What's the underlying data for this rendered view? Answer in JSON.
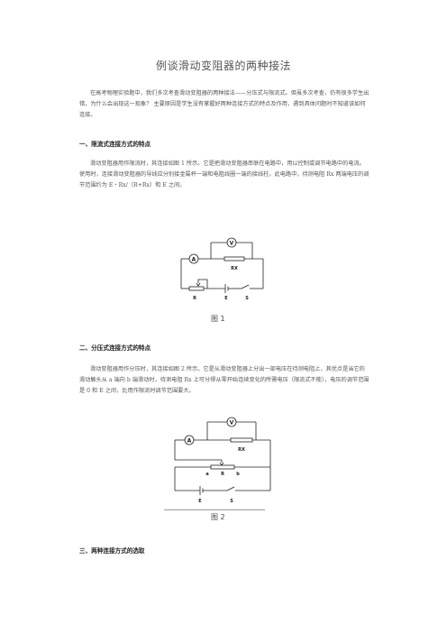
{
  "title": "例谈滑动变阻器的两种接法",
  "intro": "在高考物理实验题中，我们多次考查滑动变阻器的两种接法——分压式与限流式。但虽多次考查，仍有很多学生出错，为什么会出现这一现象？ 主要原因是学生没有掌握好两种连接方式的特点及作用，遇到具体问题时不知道该如何连接。",
  "section1": {
    "heading": "一、限流式连接方式的特点",
    "body": "滑动变阻器用作限流时，其连接如图 1 所示。它是把滑动变阻器串联在电路中，用以控制或调节电路中的电流。使用时，连接滑动变阻器的导线应分别接金属杆一端和电阻线圈一端的接线柱。此电路中，待测电阻 Rx 两端电压的调节范围约为 E・Rx/（R+Rx）和 E 之间。"
  },
  "figure1": {
    "caption": "图 1",
    "labels": {
      "voltmeter": "V",
      "ammeter": "A",
      "rx": "RX",
      "r": "R",
      "e": "E",
      "s": "S"
    }
  },
  "section2": {
    "heading": "二、分压式连接方式的特点",
    "body": "滑动变阻器用作分压时，其连接如图 2 所示。它是从滑动变阻器上分出一部电压在待测电阻上，其优点是当它的滑动触头从 a 端向 b 端滑动时，待测电阻 Rx 上可分得从零开始连续变化的所需电压（限流式不能），电压的调节范围是 0 和 E 之间，比用作限流时调节范围要大。"
  },
  "figure2": {
    "caption": "图 2",
    "labels": {
      "voltmeter": "V",
      "ammeter": "A",
      "rx": "RX",
      "a": "a",
      "r": "R",
      "b": "b",
      "e": "E",
      "s": "S"
    }
  },
  "section3": {
    "heading": "三、两种连接方式的选取"
  }
}
